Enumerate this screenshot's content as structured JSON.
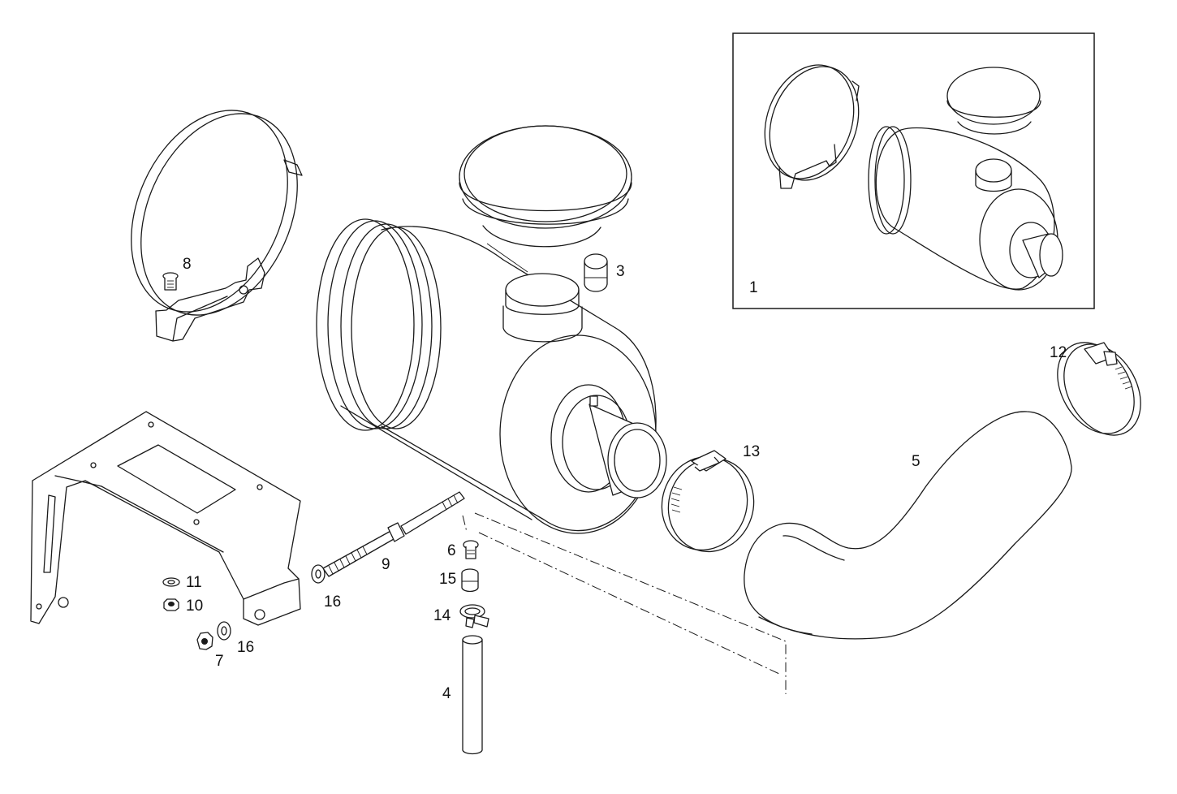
{
  "diagram": {
    "part_labels": {
      "p1": "1",
      "p3": "3",
      "p4": "4",
      "p5": "5",
      "p6": "6",
      "p7": "7",
      "p8": "8",
      "p9": "9",
      "p10": "10",
      "p11": "11",
      "p12": "12",
      "p13": "13",
      "p14": "14",
      "p15": "15",
      "p16a": "16",
      "p16b": "16"
    }
  }
}
